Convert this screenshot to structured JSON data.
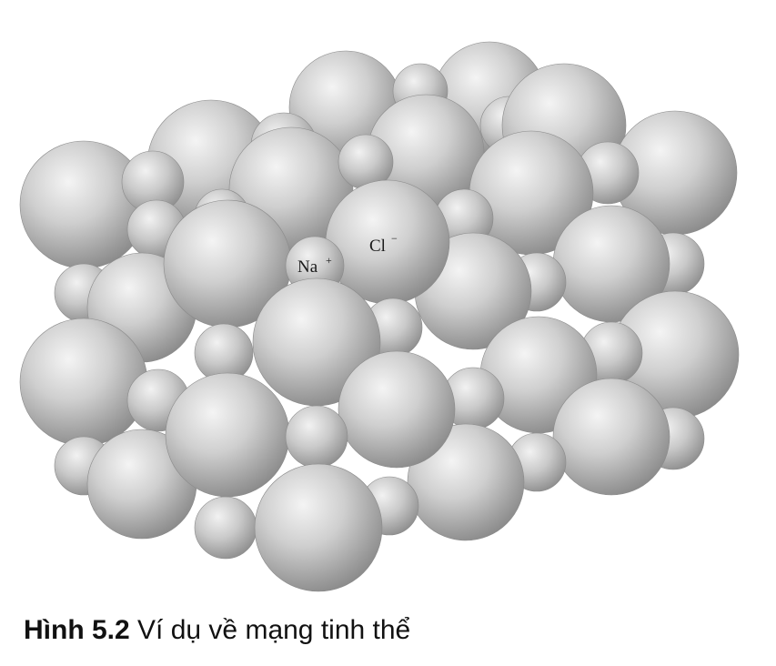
{
  "labels": {
    "na": {
      "symbol": "Na",
      "charge": "+"
    },
    "cl": {
      "symbol": "Cl",
      "charge": "−"
    }
  },
  "caption": {
    "number": "Hình 5.2",
    "text": "Ví dụ về mạng tinh thể"
  }
}
